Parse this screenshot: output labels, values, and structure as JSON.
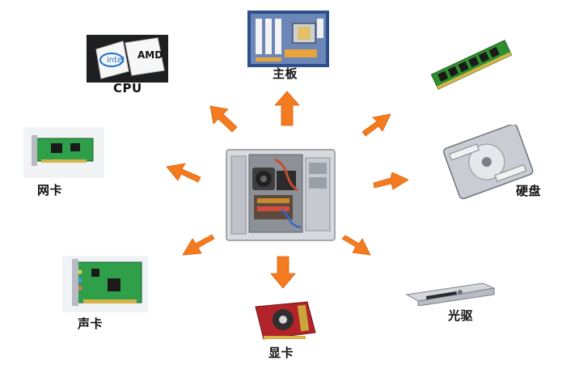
{
  "diagram": {
    "center": {
      "name": "PC chassis"
    },
    "components": [
      {
        "id": "cpu",
        "label": "CPU"
      },
      {
        "id": "motherboard",
        "label": "主板"
      },
      {
        "id": "memory",
        "label": ""
      },
      {
        "id": "hard-disk",
        "label": "硬盘"
      },
      {
        "id": "optical-drive",
        "label": "光驱"
      },
      {
        "id": "graphics-card",
        "label": "显卡"
      },
      {
        "id": "sound-card",
        "label": "声卡"
      },
      {
        "id": "network-card",
        "label": "网卡"
      }
    ],
    "cpu_logos": {
      "intel": "intel",
      "amd": "AMD"
    },
    "colors": {
      "arrow": "#f47b20",
      "board_green": "#1f8a3a",
      "pcb_red": "#b3242a",
      "metal": "#c9ccd1",
      "memory_green": "#2f8f2f"
    }
  }
}
